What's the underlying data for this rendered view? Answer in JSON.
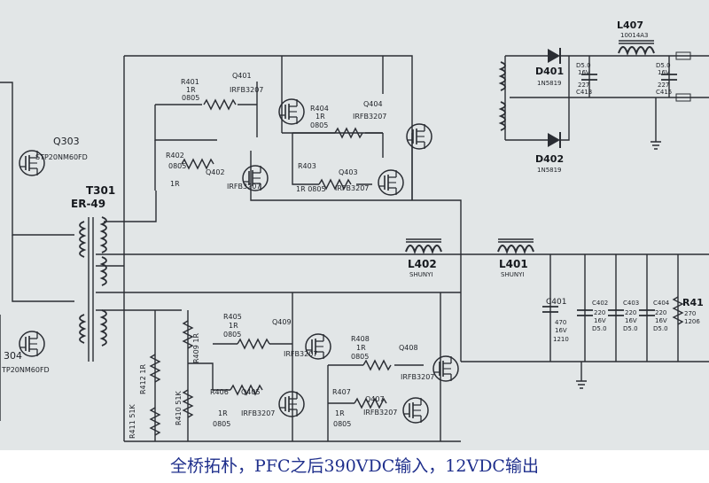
{
  "caption": "全桥拓朴，PFC之后390VDC输入，12VDC输出",
  "colors": {
    "ink": "#2a2d33",
    "paper": "#e2e6e7",
    "caption": "#1f2f8c"
  },
  "components": {
    "t301": "T301",
    "er49": "ER-49",
    "q303": "Q303",
    "q303_part": "STP20NM60FD",
    "q304": "304",
    "q304_part": "TP20NM60FD",
    "r401": "R401",
    "r401_v": "1R",
    "r401_s": "0805",
    "q401": "Q401",
    "q401_part": "IRFB3207",
    "r402": "R402",
    "r402_s": "0805",
    "r402_v": "1R",
    "q402": "Q402",
    "q402_part": "IRFB3207",
    "r404": "R404",
    "r404_v": "1R",
    "r404_s": "0805",
    "q404": "Q404",
    "q404_part": "IRFB3207",
    "r403": "R403",
    "r403_vs": "1R 0805",
    "q403": "Q403",
    "q403_part": "IRFB3207",
    "l402": "L402",
    "l402_part": "SHUNYI",
    "l401": "L401",
    "l401_part": "SHUNYI",
    "c401": "C401",
    "c401_v1": "470",
    "c401_v2": "16V",
    "c401_v3": "1210",
    "c402": "C402",
    "c402_v1": "220",
    "c402_v2": "16V",
    "c402_v3": "D5.0",
    "c403": "C403",
    "c403_v1": "220",
    "c403_v2": "16V",
    "c403_v3": "D5.0",
    "c404": "C404",
    "c404_v1": "220",
    "c404_v2": "16V",
    "c404_v3": "D5.0",
    "r41x": "R41",
    "r41x_v": "270",
    "r41x_s": "1206",
    "d401": "D401",
    "d401_part": "1N5819",
    "d402": "D402",
    "d402_part": "1N5819",
    "l407": "L407",
    "l407_part": "10014A3",
    "c413": "C413",
    "c413_v": "D5.0",
    "c413_v2": "16V",
    "c413_v3": "227",
    "c415": "C415",
    "c415_v": "D5.0",
    "c415_v2": "16V",
    "c415_v3": "227",
    "r405": "R405",
    "r405_v": "1R",
    "r405_s": "0805",
    "q409": "Q409",
    "q409_part": "IRFB3207",
    "r408": "R408",
    "r408_v": "1R",
    "r408_s": "0805",
    "q408": "Q408",
    "q408_part": "IRFB3207",
    "r406": "R406",
    "r406_v": "1R",
    "r406_s": "0805",
    "q405": "Q405",
    "q405_part": "IRFB3207",
    "r407": "R407",
    "r407_v": "1R",
    "r407_s": "0805",
    "q407": "Q407",
    "q407_part": "IRFB3207",
    "r409": "R409 1R",
    "r412": "R412 1R",
    "r410": "R410 51K",
    "r411": "R411 51K"
  }
}
